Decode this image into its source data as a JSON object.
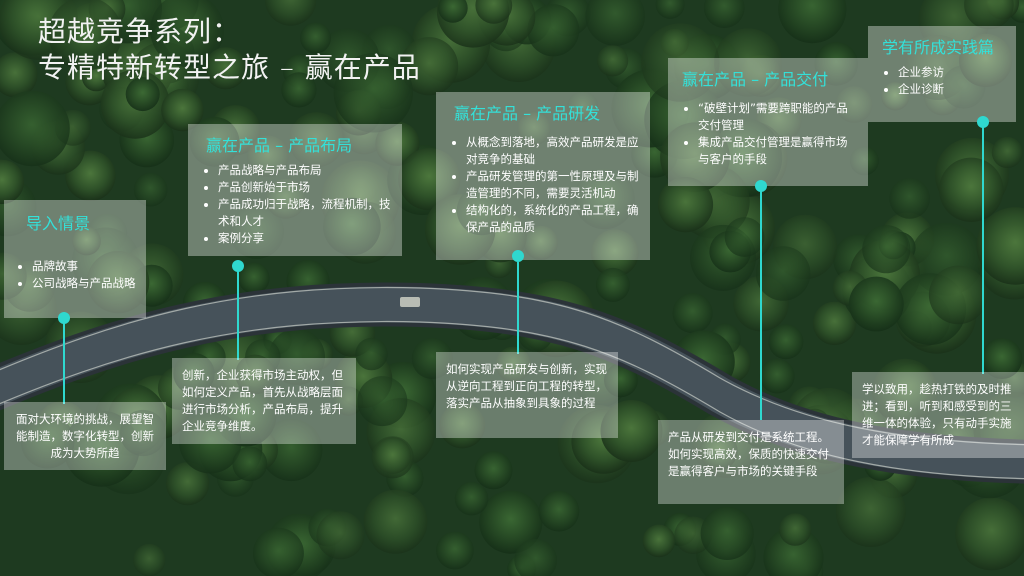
{
  "title": {
    "line1": "超越竞争系列：",
    "line2": "专精特新转型之旅 – 赢在产品"
  },
  "stages": [
    {
      "heading": "导入情景",
      "items": [
        "品牌故事",
        "公司战略与产品战略"
      ],
      "note": "面对大环境的挑战，展望智能制造，数字化转型，创新成为大势所趋"
    },
    {
      "heading": "赢在产品 – 产品布局",
      "items": [
        "产品战略与产品布局",
        "产品创新始于市场",
        "产品成功归于战略，流程机制，技术和人才",
        "案例分享"
      ],
      "note": "创新，企业获得市场主动权，但如何定义产品，首先从战略层面进行市场分析，产品布局，提升企业竞争维度。"
    },
    {
      "heading": "赢在产品 – 产品研发",
      "items": [
        "从概念到落地，高效产品研发是应对竞争的基础",
        "产品研发管理的第一性原理及与制造管理的不同，需要灵活机动",
        "结构化的，系统化的产品工程，确保产品的品质"
      ],
      "note": "如何实现产品研发与创新，实现从逆向工程到正向工程的转型，落实产品从抽象到具象的过程"
    },
    {
      "heading": "赢在产品 – 产品交付",
      "items": [
        "“破壁计划”需要跨职能的产品交付管理",
        "集成产品交付管理是赢得市场与客户的手段"
      ],
      "note": "产品从研发到交付是系统工程。如何实现高效，保质的快速交付是赢得客户与市场的关键手段"
    },
    {
      "heading": "学有所成实践篇",
      "items": [
        "企业参访",
        "企业诊断"
      ],
      "note": "学以致用，趁热打铁的及时推进；看到，听到和感受到的三维一体的体验，只有动手实施才能保障学有所成"
    }
  ],
  "colors": {
    "accent": "#2fd8cf",
    "heading": "#34e0d8",
    "forest": "#1f3d24",
    "road": "#3f4a52"
  }
}
